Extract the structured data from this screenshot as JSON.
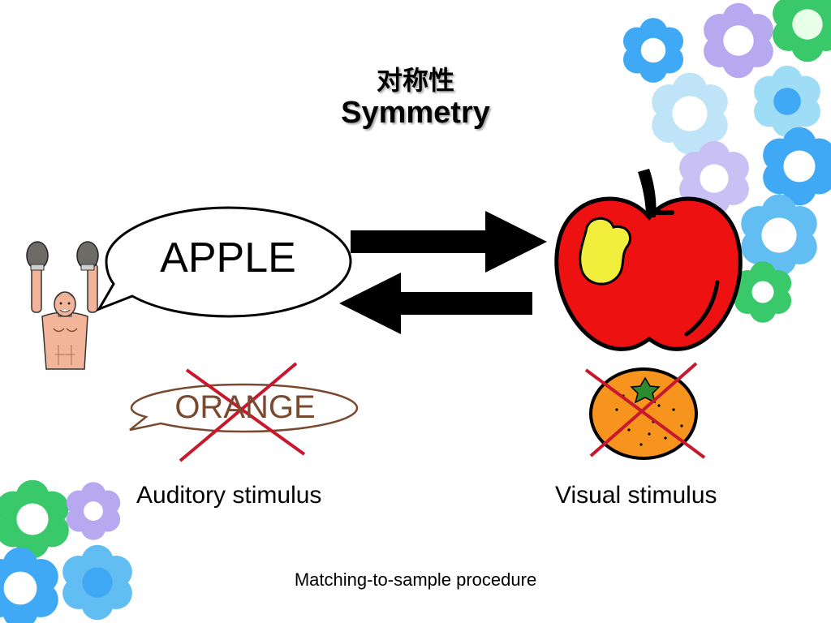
{
  "title": {
    "chinese": "对称性",
    "english": "Symmetry"
  },
  "sample_word": "APPLE",
  "comparison_word": "ORANGE",
  "captions": {
    "auditory": "Auditory stimulus",
    "visual": "Visual stimulus",
    "procedure": "Matching-to-sample procedure"
  },
  "icons": {
    "person": "boxer-arms-raised-icon",
    "sample_picture": "red-apple-icon",
    "comparison_picture": "orange-fruit-icon",
    "rejected_mark": "red-x-icon"
  },
  "colors": {
    "apple": "#ee1111",
    "apple_highlight": "#f2ee3c",
    "orange": "#f7941d",
    "rejected_mark": "#c8182e",
    "decor_blue": "#3fa9f5",
    "decor_green": "#39c86a",
    "decor_lavender": "#b7a9f0"
  }
}
